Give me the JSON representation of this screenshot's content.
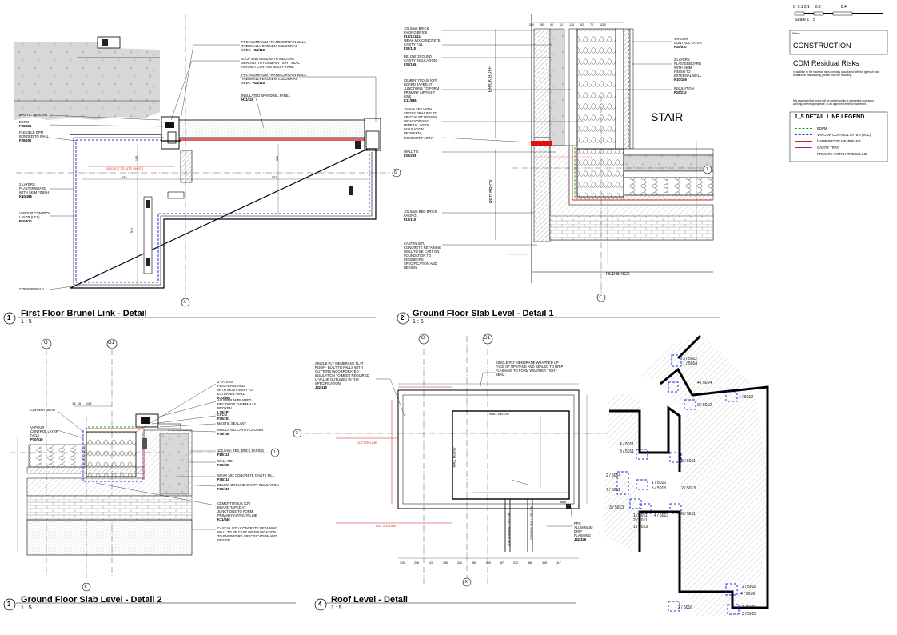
{
  "titleblock": {
    "scale_ticks": [
      "0",
      "0.1",
      "0.1",
      "0.2",
      "0.4"
    ],
    "scale_text": "Scale 1 : 5",
    "status_label": "Status",
    "status_value": "CONSTRUCTION",
    "cdm_title": "CDM Residual Risks",
    "cdm_text_1": "In addition to the hazards/ risks normally associated with the types of work detailed on this drawing, please note the following:",
    "cdm_text_2": "It is assumed that works will be carried out by a competent contractor working, where appropriate, to an approved method statement.",
    "legend_title": "1_5 DETAIL LINE LEGEND",
    "legend": [
      {
        "label": "EDPM",
        "color": "#1aa01a"
      },
      {
        "label": "VAPOUR CONTROL LAYER (VCL)",
        "color": "#1c2fd6"
      },
      {
        "label": "DAMP PROOF MEMBRANE",
        "color": "#cc1f1f"
      },
      {
        "label": "CAVITY TRAY",
        "color": "#b118b1"
      },
      {
        "label": "PRIMARY AIRTIGHTNESS LINE",
        "color": "#e88a8a"
      }
    ]
  },
  "details": [
    {
      "num": "1",
      "title": "First Floor Brunel Link - Detail",
      "scale": "1 : 5"
    },
    {
      "num": "2",
      "title": "Ground Floor Slab Level - Detail 1",
      "scale": "1 : 5"
    },
    {
      "num": "3",
      "title": "Ground Floor Slab Level - Detail 2",
      "scale": "1 : 5"
    },
    {
      "num": "4",
      "title": "Roof Level - Detail",
      "scale": "1 : 5"
    }
  ],
  "grids": {
    "d1": [
      "6",
      "A"
    ],
    "d2": [
      "C",
      "1"
    ],
    "d3": [
      "G",
      "G1",
      "1",
      "K"
    ],
    "d4": [
      "G",
      "G1",
      "2",
      "K"
    ]
  },
  "d1_notes": {
    "a": "PPC ALUMINIUM FRAME CURTAIN WALL. THERMALLY BROKEN. COLOUR AS SPEC.",
    "a_ref": "H11/110",
    "b": "STOP END BEAD WITH SILICONE SEALANT TO FORM AIR TIGHT SEAL AGAINST CURTAIN WALL FRAME",
    "c": "PPC ALUMINIUM FRAME CURTAIN WALL. THERMALLY BROKEN. COLOUR AS SPEC.",
    "c_ref": "H11/110",
    "d": "INSULATED SPANDREL PANEL",
    "d_ref": "H11/110",
    "mastic": "MASTIC SEALANT",
    "epdm": "EDPM",
    "epdm_ref": "F30/201",
    "dpm": "FLEXIBLE DPM BONDED TO WALL",
    "dpm_ref": "F30/200",
    "pb": "2 LAYERS PLASTERBOARD WITH SKIM FINISH",
    "pb_ref": "K10/186",
    "vcl": "VAPOUR CONTROL LAYER (VCL)",
    "vcl_ref": "P10/510",
    "corner": "CORNER BEAD",
    "dim1": "536",
    "dim2": "552",
    "dim3": "541",
    "dim4": "165",
    "dim5": "360",
    "red_note": "SUBJECT TO SITE CHECK"
  },
  "d2_notes": {
    "brick_top": "102.5mm BRICK FACING BRICK",
    "brick_top_ref": "F10/121/11",
    "lean": "WEAK MIX CONCRETE CAVITY FILL",
    "lean_ref": "F30/110",
    "below": "BELOW GROUND CAVITY INSULATION",
    "below_ref": "F30/165",
    "cp": "CEMENTITIOUS (CP) BOARD TAPED AT JUNCTIONS TO FORM PRIMARY AIRTIGHT LINE",
    "cp_ref": "K11/846",
    "sfs": "154mm SFS WITH CROSS BRACING TO SPECIALIST DESIGN WITH 100/50mm MINERAL WOOL INSULATION BETWEEN",
    "movement": "MOVEMENT JOINT",
    "walltie": "WALL TIE",
    "walltie_ref": "F30/233",
    "redbrick": "102.5mm RED BRICK FACING",
    "redbrick_ref": "F10/110",
    "cast": "CAST IN SITU CONCRETE RETAINING WALL TO BE CAST ON FOUNDATION TO ENGINEERS SPECIFICATION AND DESIGN",
    "vapour": "VAPOUR CONTROL LAYER",
    "vapour_ref": "P10/510",
    "pb2": "2 LAYERS PLASTERBOARD WITH SKIM FINISH TO EXTERNAL WALL",
    "pb2_ref": "K10/186",
    "ins": "INSULATION",
    "ins_ref": "P10/212",
    "stair": "STAIR",
    "brickbuff": "BRICK BUFF",
    "redbrick_v": "RED BRICK",
    "redbrick_h": "RED BRICK",
    "dims": [
      "200",
      "50",
      "40",
      "12",
      "124",
      "52",
      "70",
      "1115"
    ]
  },
  "d3_notes": {
    "pb": "2 LAYERS PLASTERBOARD WITH SKIM FINISH TO EXTERNAL WALL",
    "pb_ref": "K10/186",
    "door": "ALUMINIUM FRAMED PPC DOOR THERMALLY BROKEN,",
    "door_ref": "L20/482",
    "epdm": "EPDM",
    "epdm_ref": "F30/201",
    "mastic": "MASTIC SEALANT",
    "closer": "INSULATED CAVITY CLOSER",
    "closer_ref": "F30/160",
    "brick": "102.5mm RED BRICK FACING",
    "brick_ref": "F10/110",
    "walltie": "WALL TIE",
    "walltie_ref": "F30/233",
    "fill": "WEAK MIX CONCRETE CAVITY FILL",
    "fill_ref": "F30/110",
    "below": "BELOW GROUND CAVITY INSULATION",
    "below_ref": "F30/115",
    "cp": "CEMENTITIOUS (CP) BOARD TAPED AT JUNCTIONS TO FORM PRIMARY AIRTIGHT LINE",
    "cp_ref": "K11/846",
    "cast": "CAST IN SITU CONCRETE RETAINING WALL TO BE CAST ON FOUNDATION TO ENGINEERS SPECIFICATION AND DESIGN",
    "corner": "CORNER BEAD",
    "vcl": "VAPOUR CONTROL LAYER (VCL)",
    "vcl_ref": "P10/510",
    "dims": [
      "15",
      "15",
      "123"
    ]
  },
  "d4_notes": {
    "left": "SINGLE PLY MEMBRANE FLAT ROOF - BUILT TO FALLS WITH GUTTERS INCORPORATED INSULATION TO MEET REQUIRED U-VALUE OUTLINED IN THE SPECIFICATION",
    "left_ref": "J42/110",
    "right": "SINGLE PLY MEMBRANE WRAPPED UP FACE OF UPSTAND AND SEALED TO DRIP FLASHING TO FORM WEATHER TIGHT SEAL",
    "wallbelow": "WALL BELOW",
    "wallbelow_v": "WALL BELOW",
    "cw1": "CURTAIN WALL BELOW",
    "cw2": "CURTAIN WALL BELOW",
    "ppc": "PPC ALUMINIUM DRIP FLASHING",
    "ppc_ref": "J42/346",
    "gutter1": "GUTTER LINE",
    "gutter2": "GUTTER LINE",
    "dims": [
      "125",
      "298",
      "120",
      "286",
      "420",
      "485",
      "600",
      "87",
      "312",
      "486",
      "398",
      "117"
    ]
  },
  "keyplan_tags": [
    "3 / 5012",
    "1 / 5014",
    "4 / 5014",
    "1 / 5012",
    "2 / 5012",
    "4 / 5011",
    "3 / 5011",
    "5 / 5011",
    "2 / 5014",
    "7 / 5011",
    "1 / 5016",
    "5 / 5013",
    "2 / 5013",
    "3 / 5013",
    "1 / 5011",
    "4 / 5013",
    "6 / 5011",
    "2 / 5011",
    "1 / 5013",
    "2 / 5015",
    "4 / 5016",
    "2 / 5016",
    "1 / 5015",
    "3 / 5015"
  ]
}
